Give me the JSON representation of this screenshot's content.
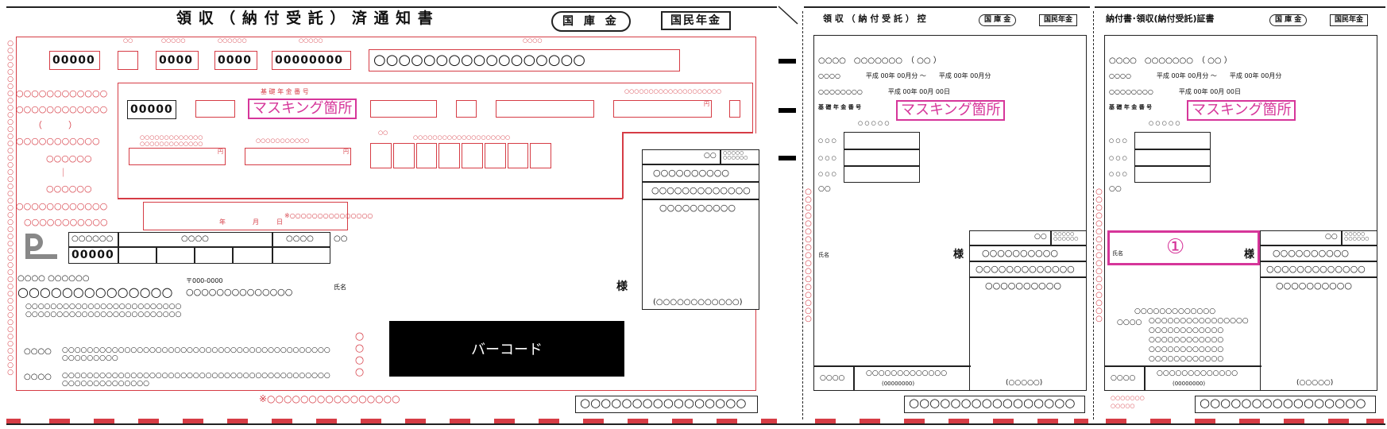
{
  "main": {
    "title": "領 収 （ 納 付 受 託 ） 済 通 知 書",
    "tag_kokko": "国 庫 金",
    "tag_nenkin": "国民年金",
    "top_small": [
      "○○",
      "○○○○○",
      "○○○○○○",
      "○○○○○",
      "○○○○"
    ],
    "row1": [
      "00000",
      "0000",
      "0000",
      "00000000",
      "○○○○○○○○○○○○○○○○○"
    ],
    "left_labels": [
      "○○○○○○○○○○○○",
      "○○○○○○○○○○○○",
      "（　　　）",
      "○○○○○○○○○○○",
      "○○○○○○",
      "｜",
      "○○○○○○",
      "○○○○○○○○○○○○",
      "○○○○○○○○○○○"
    ],
    "basic_label": "基 礎 年 金 番 号",
    "mask": "マスキング箇所",
    "box_00000": "00000",
    "small_captions": [
      "○○○○○○○○○○○○○",
      "○○○○○○○○○○○○○",
      "○○○○○○○○○○○",
      "○○",
      "○○○○○○○○○○○○○○○○○○○○"
    ],
    "yen": "円",
    "date_labels": [
      "年",
      "月",
      "日"
    ],
    "date_dots": "※○○○○○○○○○○○○○○○",
    "right_panel": [
      "○○",
      "○○○○○○○○○○",
      "○○○○○○○○○○○○○",
      "○○○○○○○○○○",
      "(○○○○○○○○○○○○)"
    ],
    "grid_row1": [
      "○○○○○○",
      "○○○○",
      "○○○○",
      "○○"
    ],
    "grid_row2": "00000",
    "address_line1": "○○○○ ○○○○○○",
    "address_big": "○○○○○○○○○○○○○○",
    "address_small": "○○○○○○○○○○○○○○○○○○○○○○○○○",
    "postal": "〒000-0000",
    "postal_dots": "○○○○○○○○○○○○○○",
    "name_label": "氏名",
    "sama": "様",
    "barcode": "バーコード",
    "notes": [
      "○○○○",
      "○○○○○○○○○○○○○○○○○○○○○○○○○○○○○○○○○○○○○○○○○○○○○○○○○○○○",
      "○○○○",
      "○○○○○○○○○○○○○○○○○○○○○○○○○○○○○○○○○○○○○○○○○○○○○○○○○○○○○○○○○"
    ],
    "bottom_dots": "※○○○○○○○○○○○○○○○○",
    "bottom_box": "○○○○○○○○○○○○○○○○",
    "vertical_dots": "○○○○"
  },
  "stub1": {
    "title": "領 収 （ 納 付 受 託 ） 控",
    "lines": [
      "○○○○　○○○○○○○　（ ○○ ）",
      "○○○○　　　　平成 00年 00月分 ～　　平成 00年 00月分",
      "○○○○○○○○　　　　平成 00年 00月 00日"
    ],
    "basic_label": "基 礎 年 金 番 号",
    "row_labels": [
      "○ ○ ○",
      "○ ○ ○",
      "○ ○ ○",
      "○○"
    ],
    "name_label": "氏名",
    "vertical": "○○○○○○○○○○○○○○○○○",
    "footer_left": "○○○○",
    "footer_mid": "○○○○○○○○○○○○○",
    "footer_mid2": "(00000000)",
    "footer_right": "(○○○○○)"
  },
  "stub2": {
    "title": "納付書･領収(納付受託)証書",
    "circle_one": "①",
    "footer_left_dots": "○○○○○○○",
    "center_block": [
      "○○○○○○○○○○○○○",
      "○○○○○○○○○○○○○○○○",
      "○○○○○○○○○○○○",
      "○○○○○○○○○○○○",
      "○○○○○○○○○○○○",
      "○○○○○○○○○○○○"
    ]
  }
}
